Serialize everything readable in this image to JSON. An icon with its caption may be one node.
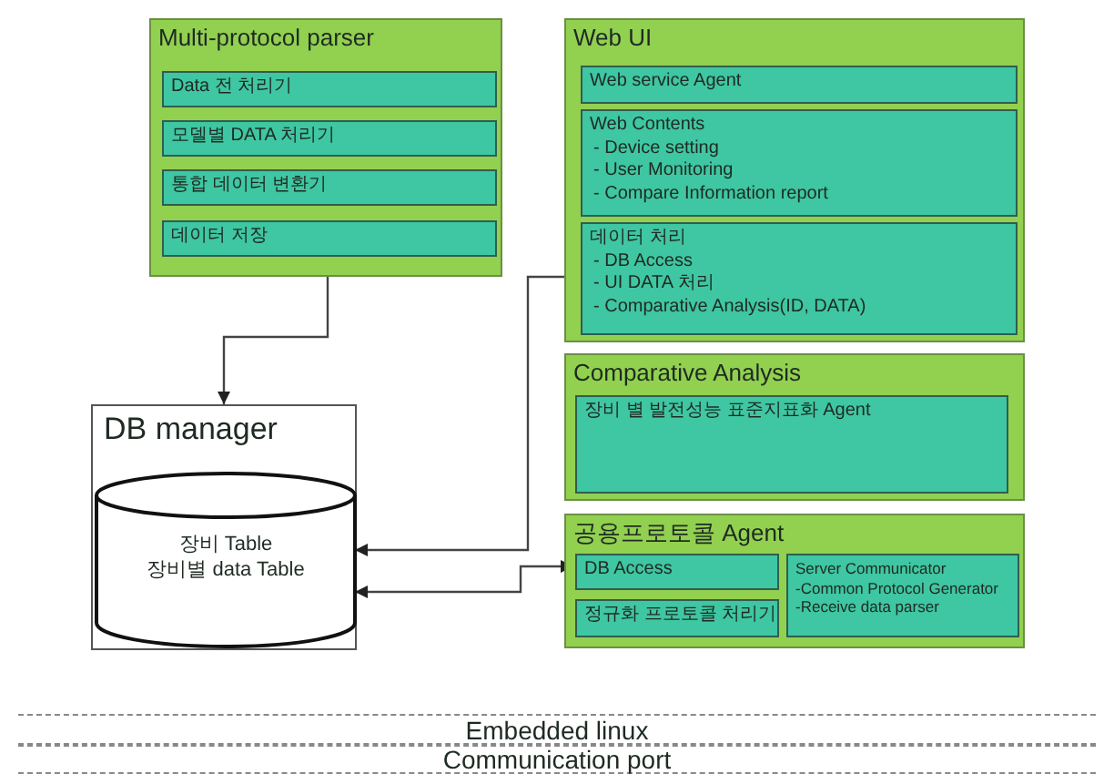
{
  "diagram": {
    "nodes": [
      {
        "text": [
          "Multi-protocol parser"
        ]
      },
      {
        "text": [
          "Data 전 처리기"
        ],
        "in": 0
      },
      {
        "text": [
          "모델별 DATA 처리기"
        ],
        "in": 0
      },
      {
        "text": [
          "통합 데이터 변환기"
        ],
        "in": 0
      },
      {
        "text": [
          "데이터 저장"
        ],
        "in": 0
      },
      {
        "text": [
          "Web UI"
        ]
      },
      {
        "text": [
          "Web service Agent"
        ],
        "in": 5
      },
      {
        "text": [
          "Web Contents",
          "- Device setting",
          "- User Monitoring",
          "- Compare Information report"
        ],
        "in": 5
      },
      {
        "text": [
          "데이터 처리",
          "- DB Access",
          "- UI DATA 처리",
          "- Comparative Analysis(ID, DATA)"
        ],
        "in": 5
      },
      {
        "text": [
          "Comparative Analysis"
        ]
      },
      {
        "text": [
          "장비 별 발전성능 표준지표화 Agent"
        ],
        "in": 9
      },
      {
        "text": [
          "공용프로토콜 Agent"
        ]
      },
      {
        "text": [
          "DB Access"
        ],
        "in": 11
      },
      {
        "text": [
          "정규화 프로토콜 처리기"
        ],
        "in": 11
      },
      {
        "text": [
          "Server Communicator",
          "-Common Protocol Generator",
          "-Receive data parser"
        ],
        "in": 11
      },
      {
        "text": [
          "DB manager"
        ]
      },
      {
        "text": [
          "장비 Table",
          "장비별 data Table"
        ],
        "in": 15
      },
      {
        "text": [
          "Embedded linux"
        ]
      },
      {
        "text": [
          "Communication port"
        ]
      }
    ],
    "edges": [
      {
        "from": 0,
        "to": 15,
        "arrow": "to"
      },
      {
        "from": 8,
        "to": 16,
        "arrow": "both"
      },
      {
        "from": 12,
        "to": 16,
        "arrow": "both"
      }
    ]
  }
}
